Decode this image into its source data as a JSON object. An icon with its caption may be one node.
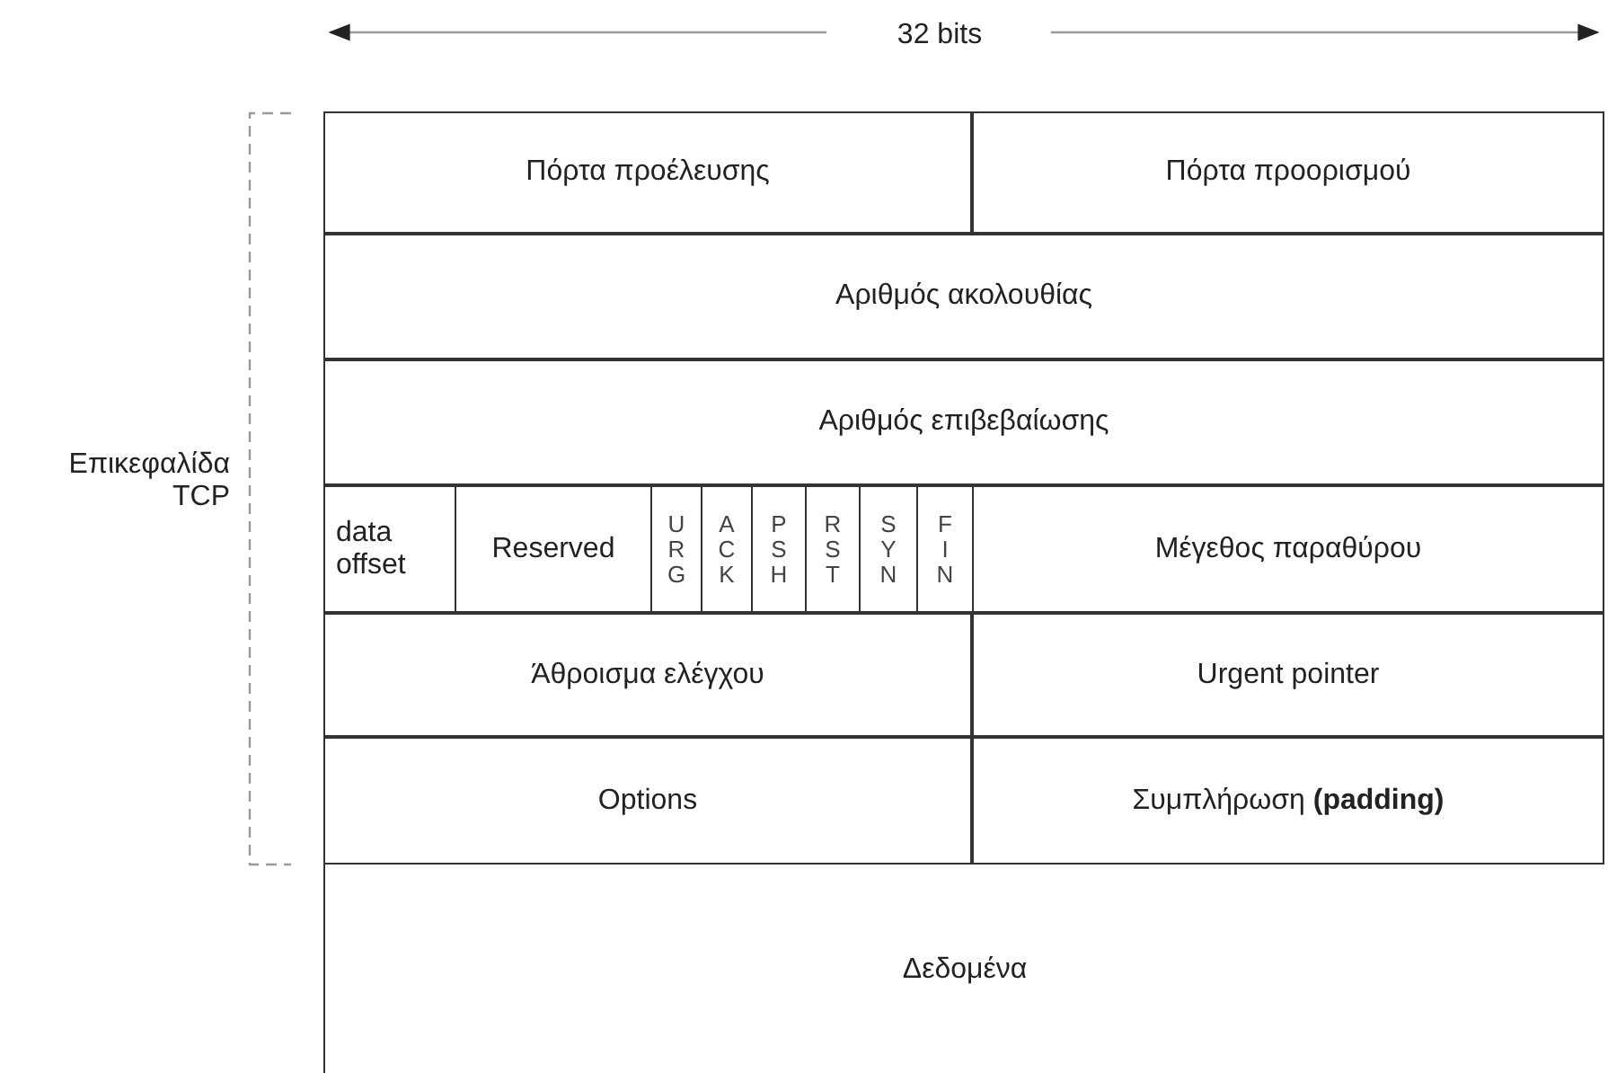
{
  "diagram": {
    "labels": [
      "32 bits",
      "Επικεφαλίδα TCP",
      "Πόρτα προέλευσης",
      "Πόρτα προορισμού",
      "Αριθμός ακολουθίας",
      "Αριθμός επιβεβαίωσης",
      "data offset",
      "Reserved",
      "URG",
      "ACK",
      "PSH",
      "RST",
      "SYN",
      "FIN",
      "Μέγεθος παραθύρου",
      "Άθροισμα ελέγχου",
      "Urgent pointer",
      "Options",
      "Συμπλήρωση **(padding)**",
      "Δεδομένα"
    ]
  }
}
